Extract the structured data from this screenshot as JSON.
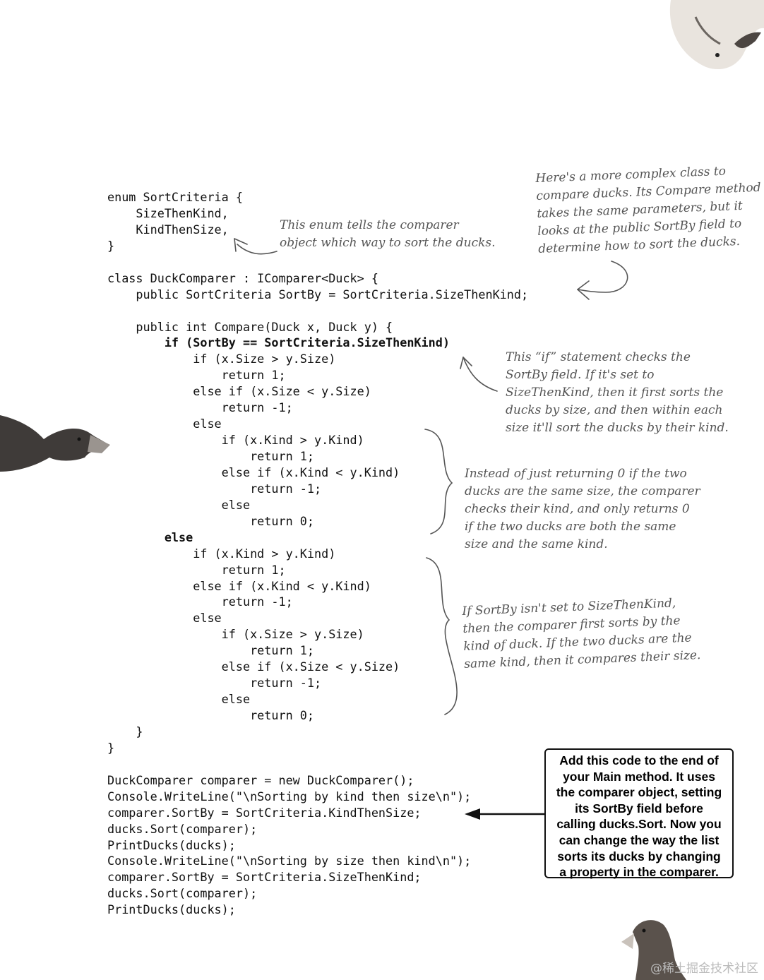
{
  "code_lines": [
    {
      "text": "enum SortCriteria {",
      "bold": false
    },
    {
      "text": "    SizeThenKind,",
      "bold": false
    },
    {
      "text": "    KindThenSize,",
      "bold": false
    },
    {
      "text": "}",
      "bold": false
    },
    {
      "text": "",
      "bold": false
    },
    {
      "text": "class DuckComparer : IComparer<Duck> {",
      "bold": false
    },
    {
      "text": "    public SortCriteria SortBy = SortCriteria.SizeThenKind;",
      "bold": false
    },
    {
      "text": "",
      "bold": false
    },
    {
      "text": "    public int Compare(Duck x, Duck y) {",
      "bold": false
    },
    {
      "text": "        if (SortBy == SortCriteria.SizeThenKind)",
      "bold": true
    },
    {
      "text": "            if (x.Size > y.Size)",
      "bold": false
    },
    {
      "text": "                return 1;",
      "bold": false
    },
    {
      "text": "            else if (x.Size < y.Size)",
      "bold": false
    },
    {
      "text": "                return -1;",
      "bold": false
    },
    {
      "text": "            else",
      "bold": false
    },
    {
      "text": "                if (x.Kind > y.Kind)",
      "bold": false
    },
    {
      "text": "                    return 1;",
      "bold": false
    },
    {
      "text": "                else if (x.Kind < y.Kind)",
      "bold": false
    },
    {
      "text": "                    return -1;",
      "bold": false
    },
    {
      "text": "                else",
      "bold": false
    },
    {
      "text": "                    return 0;",
      "bold": false
    },
    {
      "text": "        else",
      "bold": true
    },
    {
      "text": "            if (x.Kind > y.Kind)",
      "bold": false
    },
    {
      "text": "                return 1;",
      "bold": false
    },
    {
      "text": "            else if (x.Kind < y.Kind)",
      "bold": false
    },
    {
      "text": "                return -1;",
      "bold": false
    },
    {
      "text": "            else",
      "bold": false
    },
    {
      "text": "                if (x.Size > y.Size)",
      "bold": false
    },
    {
      "text": "                    return 1;",
      "bold": false
    },
    {
      "text": "                else if (x.Size < y.Size)",
      "bold": false
    },
    {
      "text": "                    return -1;",
      "bold": false
    },
    {
      "text": "                else",
      "bold": false
    },
    {
      "text": "                    return 0;",
      "bold": false
    },
    {
      "text": "    }",
      "bold": false
    },
    {
      "text": "}",
      "bold": false
    },
    {
      "text": "",
      "bold": false
    },
    {
      "text": "DuckComparer comparer = new DuckComparer();",
      "bold": false
    },
    {
      "text": "Console.WriteLine(\"\\nSorting by kind then size\\n\");",
      "bold": false
    },
    {
      "text": "comparer.SortBy = SortCriteria.KindThenSize;",
      "bold": false
    },
    {
      "text": "ducks.Sort(comparer);",
      "bold": false
    },
    {
      "text": "PrintDucks(ducks);",
      "bold": false
    },
    {
      "text": "Console.WriteLine(\"\\nSorting by size then kind\\n\");",
      "bold": false
    },
    {
      "text": "comparer.SortBy = SortCriteria.SizeThenKind;",
      "bold": false
    },
    {
      "text": "ducks.Sort(comparer);",
      "bold": false
    },
    {
      "text": "PrintDucks(ducks);",
      "bold": false
    }
  ],
  "annotations": {
    "complex_class": [
      "Here's a more complex class to",
      "compare ducks. Its Compare method",
      "takes the same parameters, but it",
      "looks at the public SortBy field to",
      "determine how to sort the ducks."
    ],
    "enum_note": [
      "This enum tells the comparer",
      "object which way to sort the ducks."
    ],
    "if_statement": [
      "This “if” statement checks the",
      "SortBy field. If it's set to",
      "SizeThenKind, then it first sorts the",
      "ducks by size, and then within each",
      "size it'll sort the ducks by their kind."
    ],
    "instead_of_zero": [
      "Instead of just returning 0 if the two",
      "ducks are the same size, the comparer",
      "checks their kind, and only returns 0",
      "if the two ducks are both the same",
      "size and the same kind."
    ],
    "kind_then_size": [
      "If SortBy isn't set to SizeThenKind,",
      "then the comparer first sorts by the",
      "kind of duck. If the two ducks are the",
      "same kind, then it compares their size."
    ]
  },
  "callout": [
    "Add this code to the end of",
    "your Main method. It uses",
    "the comparer object, setting",
    "its SortBy field before",
    "calling ducks.Sort. Now you",
    "can change the way the list",
    "sorts its ducks by changing",
    "a property in the comparer."
  ],
  "watermark": "@稀土掘金技术社区",
  "colors": {
    "text": "#111111",
    "annotation": "#555555",
    "background": "#ffffff"
  }
}
